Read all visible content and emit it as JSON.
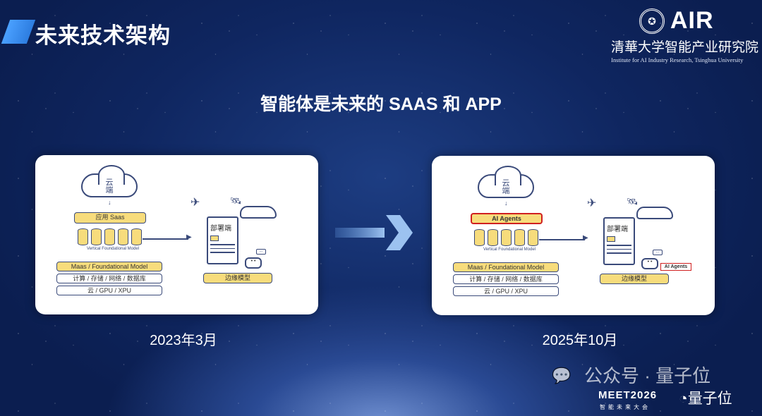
{
  "header": {
    "title": "未来技术架构",
    "logo_cn": "清華大学智能产业研究院",
    "logo_en": "Institute for AI Industry Research, Tsinghua University",
    "logo_brand": "AIR"
  },
  "headline": "智能体是未来的 SAAS 和 APP",
  "cards": [
    {
      "cloud_1": "云",
      "cloud_2": "端",
      "app_layer": "应用 Saas",
      "vfm": "Vertical Foundational Model",
      "maas": "Maas / Foundational Model",
      "compute": "计算 / 存储 / 网络 / 数据库",
      "infra": "云 / GPU / XPU",
      "device": "部署端",
      "edge": "边缘模型",
      "date": "2023年3月"
    },
    {
      "cloud_1": "云",
      "cloud_2": "端",
      "app_layer": "AI Agents",
      "vfm": "Vertical Foundational Model",
      "maas": "Maas / Foundational Model",
      "compute": "计算 / 存储 / 网络 / 数据库",
      "infra": "云 / GPU / XPU",
      "device": "部署端",
      "edge": "边缘模型",
      "agent_tag": "AI Agents",
      "date": "2025年10月"
    }
  ],
  "colors": {
    "accent_yellow": "#f7dc7c",
    "highlight_red": "#d02020",
    "background": "#0f2660"
  },
  "footer": {
    "watermark": "公众号 · 量子位",
    "meet": "MEET2026",
    "meet_sub": "智能未来大会",
    "brand": "量子位"
  }
}
